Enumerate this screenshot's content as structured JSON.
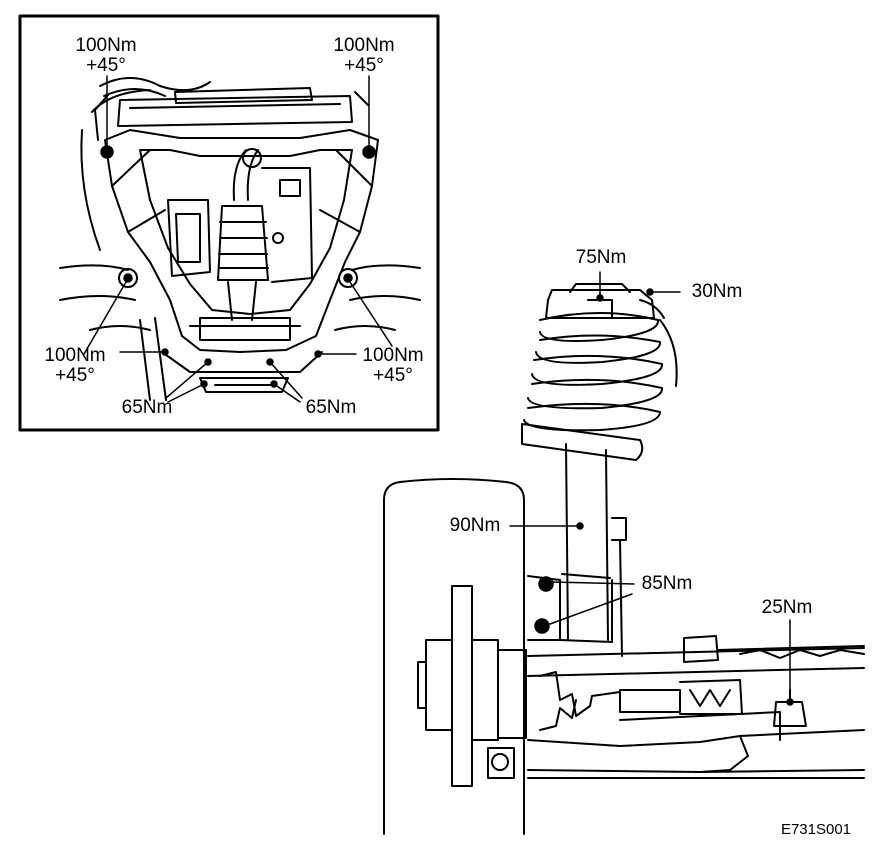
{
  "figure_code": "E731S001",
  "inset": {
    "top_left": {
      "torque": "100Nm",
      "angle": "+45°"
    },
    "top_right": {
      "torque": "100Nm",
      "angle": "+45°"
    },
    "mid_left": {
      "torque": "100Nm",
      "angle": "+45°"
    },
    "mid_right": {
      "torque": "100Nm",
      "angle": "+45°"
    },
    "bottom_left": "65Nm",
    "bottom_right": "65Nm"
  },
  "suspension": {
    "top_mount": "75Nm",
    "top_nut": "30Nm",
    "stabilizer_link": "90Nm",
    "strut_bolts": "85Nm",
    "ball_joint": "25Nm"
  }
}
